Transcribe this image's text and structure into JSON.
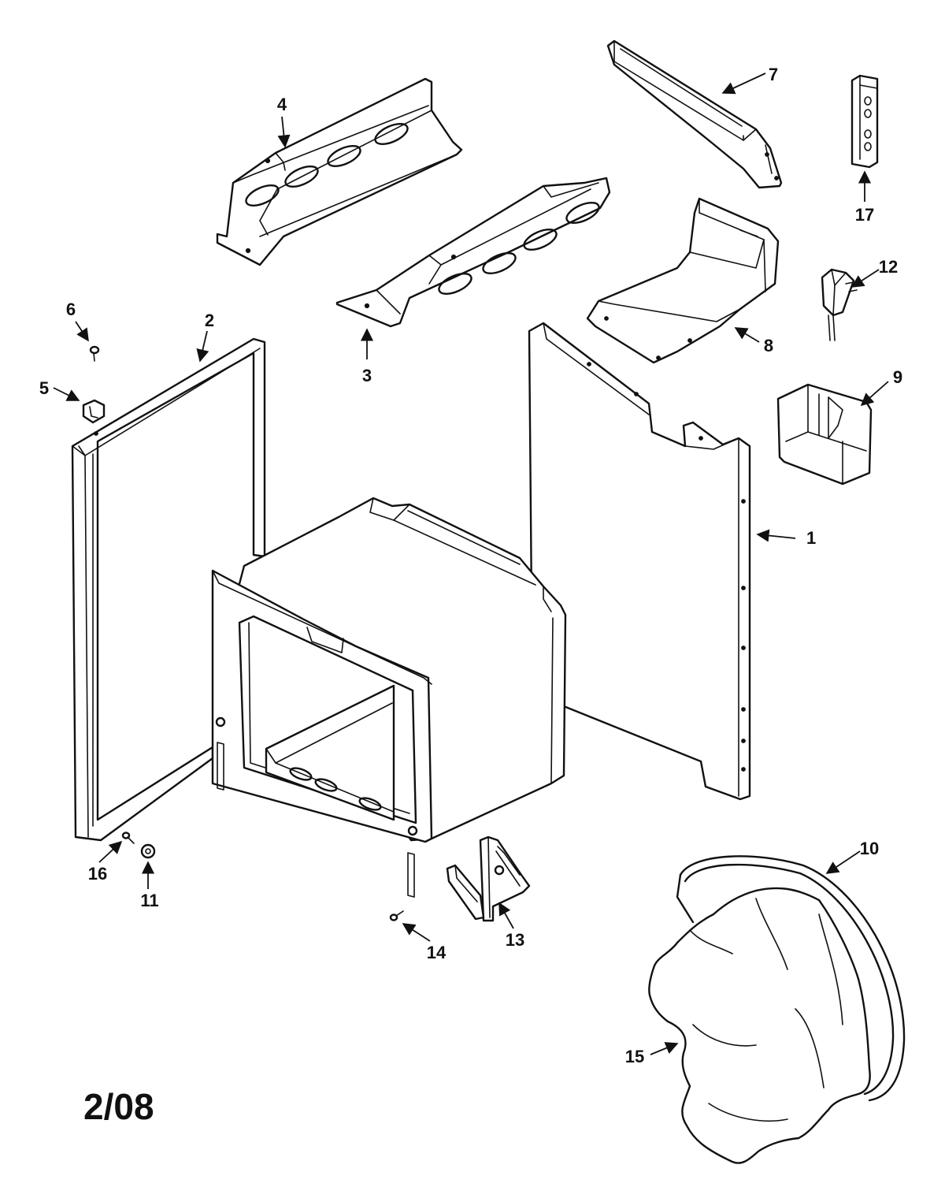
{
  "diagram": {
    "date_code": "2/08",
    "callouts": [
      "1",
      "2",
      "3",
      "4",
      "5",
      "6",
      "7",
      "8",
      "9",
      "10",
      "11",
      "12",
      "13",
      "14",
      "15",
      "16",
      "17"
    ]
  }
}
